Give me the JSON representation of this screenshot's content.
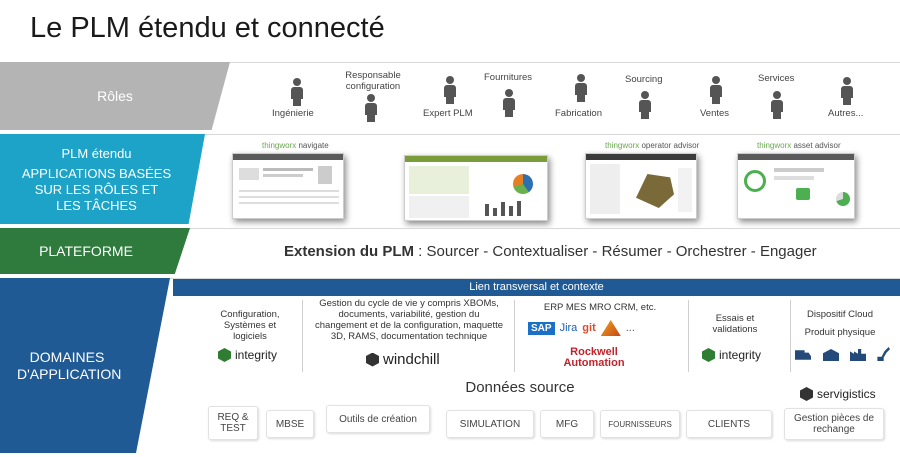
{
  "title": "Le PLM étendu et connecté",
  "colors": {
    "roles": "#b4b4b4",
    "plm": "#1ca3c7",
    "platform": "#2f7a3d",
    "domains": "#1f5a95",
    "banner": "#1f5a95"
  },
  "roles": {
    "label": "Rôles",
    "items": [
      "Ingénierie",
      "Responsable configuration",
      "Expert PLM",
      "Fournitures",
      "Fabrication",
      "Sourcing",
      "Ventes",
      "Services",
      "Autres..."
    ]
  },
  "plm": {
    "label_top": "PLM étendu",
    "label_bottom": "APPLICATIONS BASÉES SUR LES RÔLES ET LES TÂCHES",
    "apps": [
      {
        "brand": "thingworx",
        "name": "navigate"
      },
      {
        "brand": "thingworx",
        "name": "operator advisor"
      },
      {
        "brand": "thingworx",
        "name": "asset advisor"
      }
    ]
  },
  "platform": {
    "label": "PLATEFORME",
    "text_bold": "Extension du PLM",
    "text_rest": " : Sourcer - Contextualiser - Résumer - Orchestrer - Engager"
  },
  "domains": {
    "label": "DOMAINES D'APPLICATION",
    "banner": "Lien transversal et contexte",
    "cols": [
      {
        "text": "Configuration, Systèmes et logiciels",
        "logo": "integrity"
      },
      {
        "text": "Gestion du cycle de vie y compris XBOMs, documents, variabilité, gestion du changement et de la configuration, maquette 3D, RAMS, documentation technique",
        "logo": "windchill"
      },
      {
        "text": "ERP MES MRO CRM, etc.",
        "logos": [
          "SAP",
          "Jira",
          "git",
          "..."
        ],
        "logo": "Rockwell Automation"
      },
      {
        "text": "Essais et validations",
        "logo": "integrity"
      },
      {
        "text": "Dispositif Cloud",
        "text2": "Produit physique"
      }
    ],
    "source_title": "Données source",
    "servigistics": "servigistics",
    "sources": [
      "REQ & TEST",
      "MBSE",
      "Outils de création",
      "SIMULATION",
      "MFG",
      "FOURNISSEURS",
      "CLIENTS",
      "Gestion pièces de rechange"
    ]
  }
}
